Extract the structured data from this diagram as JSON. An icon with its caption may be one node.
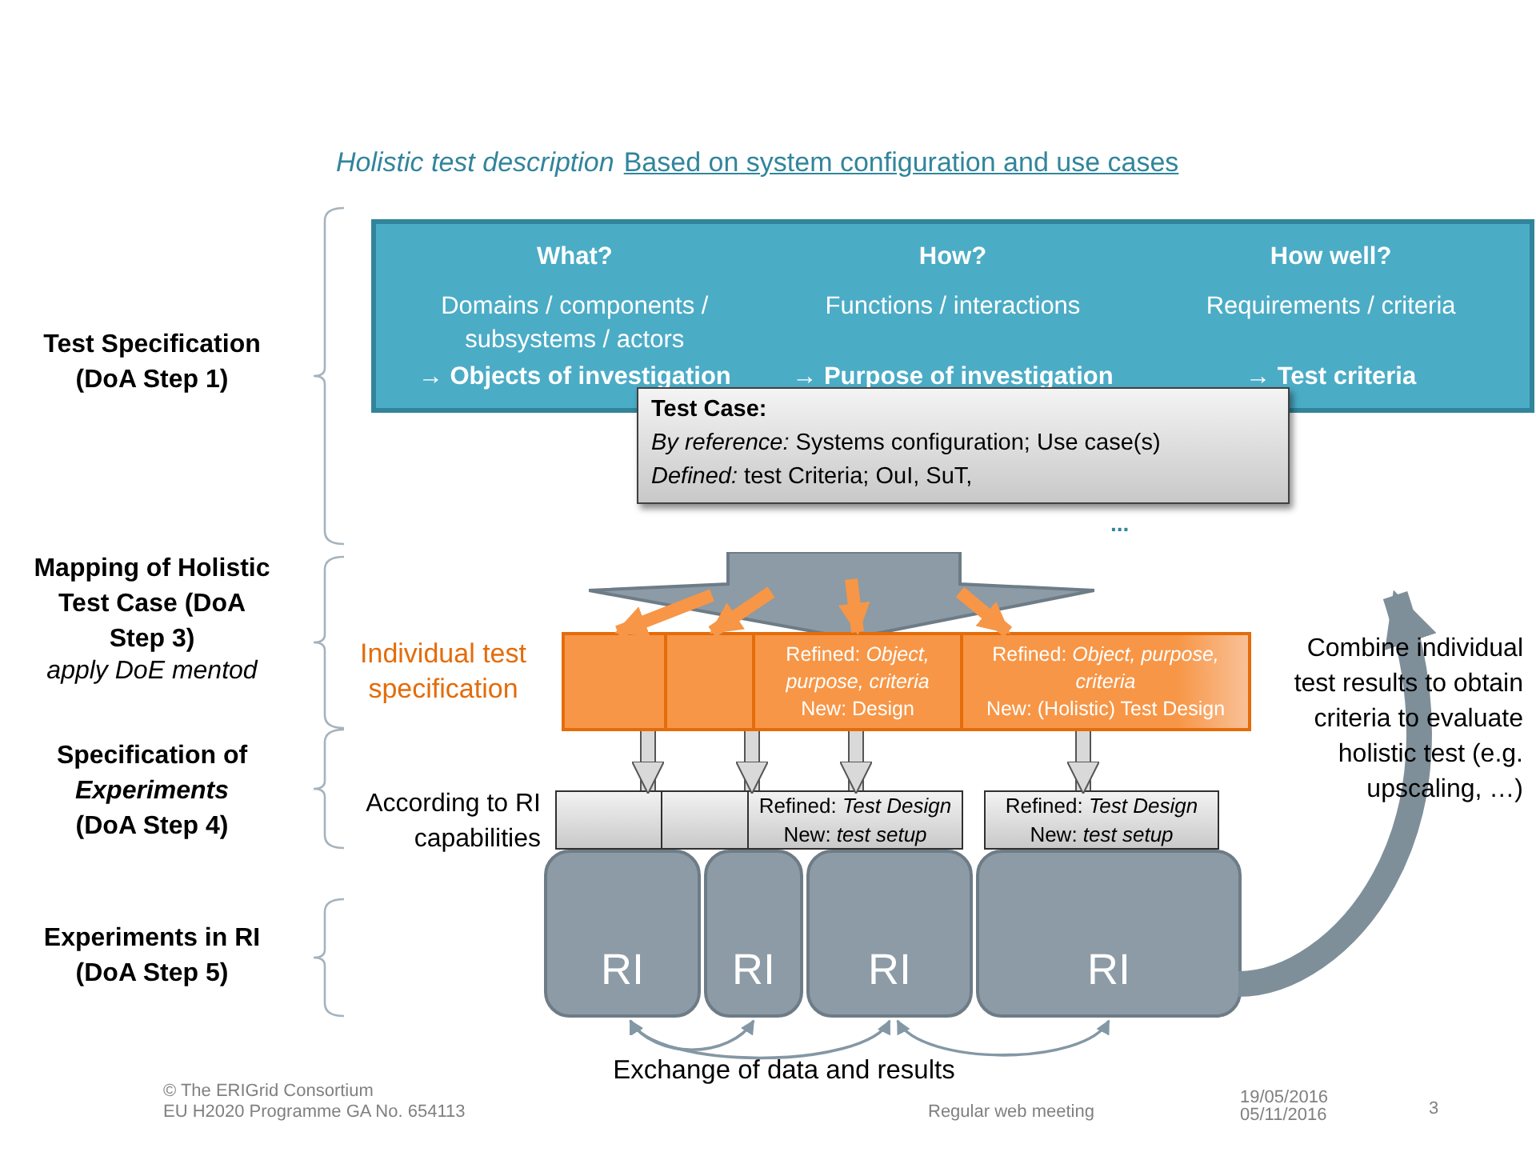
{
  "diagram": {
    "title": "Holistic test description",
    "nodes": [
      {
        "text": [
          "What?",
          "How?",
          "How well?",
          "Domains / components / subsystems / actors",
          "Functions / interactions",
          "Requirements / criteria",
          "→ Objects of investigation",
          "→ Purpose of investigation",
          "→ Test criteria"
        ]
      },
      {
        "text": [
          "Test Case:",
          "*By reference:* Systems configuration; Use case(s)",
          "*Defined:* test Criteria; OuI, SuT,"
        ]
      },
      {
        "text": [],
        "shape": "arrow"
      },
      {
        "text": [],
        "shape": "box"
      },
      {
        "text": [],
        "shape": "box"
      },
      {
        "text": [
          "Refined: *Object, purpose, criteria*",
          "New: Design"
        ]
      },
      {
        "text": [
          "Refined: *Object, purpose, criteria*",
          "New: (Holistic) Test Design"
        ]
      },
      {
        "text": [
          "RI"
        ]
      },
      {
        "text": [
          "RI"
        ]
      },
      {
        "text": [
          "RI"
        ]
      },
      {
        "text": [
          "RI"
        ]
      },
      {
        "text": [],
        "shape": "box"
      },
      {
        "text": [],
        "shape": "box"
      },
      {
        "text": [
          "Refined: *Test Design*",
          "New: *test setup*"
        ]
      },
      {
        "text": [
          "Refined: *Test Design*",
          "New: *test setup*"
        ]
      }
    ],
    "edges": [
      {
        "from": 2,
        "to": 3,
        "arrow": "to",
        "color": "#f79646"
      },
      {
        "from": 2,
        "to": 4,
        "arrow": "to",
        "color": "#f79646"
      },
      {
        "from": 2,
        "to": 5,
        "arrow": "to",
        "color": "#f79646"
      },
      {
        "from": 2,
        "to": 6,
        "arrow": "to",
        "color": "#f79646"
      },
      {
        "from": 3,
        "to": 11,
        "arrow": "to",
        "color": "#d9d9d9"
      },
      {
        "from": 4,
        "to": 12,
        "arrow": "to",
        "color": "#d9d9d9"
      },
      {
        "from": 5,
        "to": 13,
        "arrow": "to",
        "color": "#d9d9d9"
      },
      {
        "from": 6,
        "to": 14,
        "arrow": "to",
        "color": "#d9d9d9"
      },
      {
        "from": 7,
        "to": 8,
        "arrow": "both",
        "color": "#8497a4"
      },
      {
        "from": 7,
        "to": 9,
        "arrow": "both",
        "color": "#8497a4"
      },
      {
        "from": 9,
        "to": 10,
        "arrow": "both",
        "color": "#8497a4"
      },
      {
        "from": 10,
        "to": null,
        "arrow": "to",
        "style": "thick",
        "color": "#7f8f99"
      }
    ],
    "labels": [
      "Based on system configuration and use cases",
      "Test Specification (DoA Step 1)",
      "Mapping of Holistic Test Case (DoA Step 3)",
      "apply DoE mentod",
      "Specification of *Experiments* (DoA Step 4)",
      "Experiments in RI (DoA Step 5)",
      "...",
      "Individual test specification",
      "Combine individual test results to obtain criteria to evaluate holistic test (e.g. upscaling, …)",
      "According to RI capabilities",
      "Exchange of data and results",
      "© The ERIGrid Consortium",
      "EU H2020 Programme GA No. 654113",
      "Regular web meeting",
      "19/05/2016",
      "05/11/2016",
      "3"
    ]
  }
}
